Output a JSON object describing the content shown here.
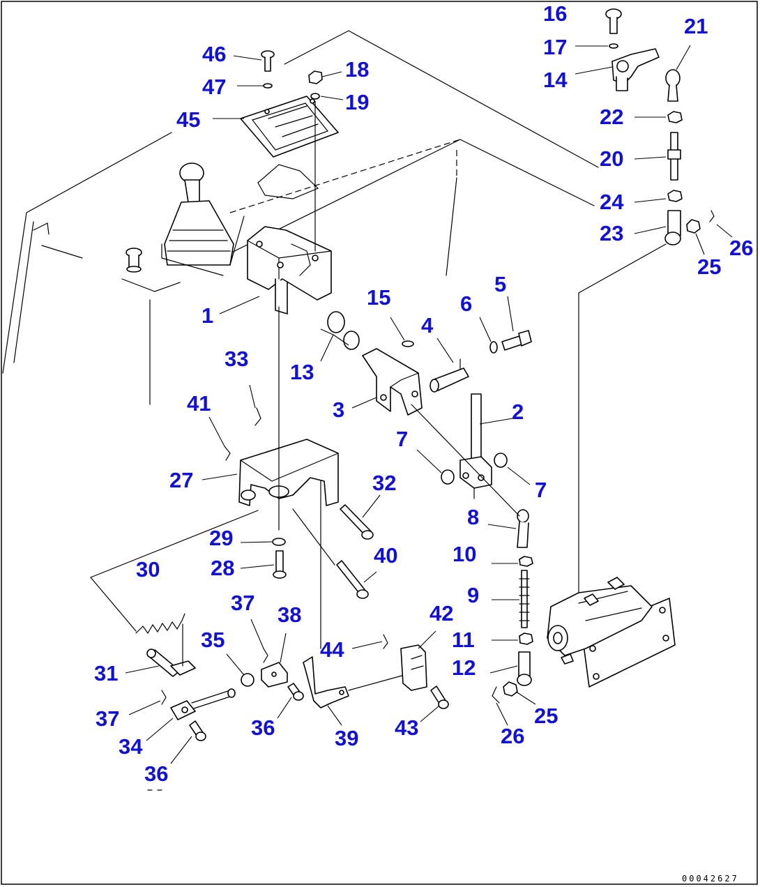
{
  "diagram": {
    "drawing_code": "00042627",
    "callouts": [
      {
        "id": "46",
        "text": "46"
      },
      {
        "id": "18",
        "text": "18"
      },
      {
        "id": "47",
        "text": "47"
      },
      {
        "id": "19",
        "text": "19"
      },
      {
        "id": "45",
        "text": "45"
      },
      {
        "id": "16",
        "text": "16"
      },
      {
        "id": "17",
        "text": "17"
      },
      {
        "id": "21",
        "text": "21"
      },
      {
        "id": "14",
        "text": "14"
      },
      {
        "id": "22",
        "text": "22"
      },
      {
        "id": "20",
        "text": "20"
      },
      {
        "id": "24",
        "text": "24"
      },
      {
        "id": "23",
        "text": "23"
      },
      {
        "id": "26a",
        "text": "26"
      },
      {
        "id": "25a",
        "text": "25"
      },
      {
        "id": "1",
        "text": "1"
      },
      {
        "id": "15",
        "text": "15"
      },
      {
        "id": "6",
        "text": "6"
      },
      {
        "id": "5",
        "text": "5"
      },
      {
        "id": "4",
        "text": "4"
      },
      {
        "id": "13",
        "text": "13"
      },
      {
        "id": "33",
        "text": "33"
      },
      {
        "id": "3",
        "text": "3"
      },
      {
        "id": "2",
        "text": "2"
      },
      {
        "id": "41",
        "text": "41"
      },
      {
        "id": "7a",
        "text": "7"
      },
      {
        "id": "27",
        "text": "27"
      },
      {
        "id": "32",
        "text": "32"
      },
      {
        "id": "7b",
        "text": "7"
      },
      {
        "id": "8",
        "text": "8"
      },
      {
        "id": "29",
        "text": "29"
      },
      {
        "id": "40",
        "text": "40"
      },
      {
        "id": "10",
        "text": "10"
      },
      {
        "id": "30",
        "text": "30"
      },
      {
        "id": "28",
        "text": "28"
      },
      {
        "id": "9",
        "text": "9"
      },
      {
        "id": "37a",
        "text": "37"
      },
      {
        "id": "38",
        "text": "38"
      },
      {
        "id": "42",
        "text": "42"
      },
      {
        "id": "35",
        "text": "35"
      },
      {
        "id": "11",
        "text": "11"
      },
      {
        "id": "44",
        "text": "44"
      },
      {
        "id": "12",
        "text": "12"
      },
      {
        "id": "31",
        "text": "31"
      },
      {
        "id": "25b",
        "text": "25"
      },
      {
        "id": "37b",
        "text": "37"
      },
      {
        "id": "36a",
        "text": "36"
      },
      {
        "id": "39",
        "text": "39"
      },
      {
        "id": "43",
        "text": "43"
      },
      {
        "id": "34",
        "text": "34"
      },
      {
        "id": "26b",
        "text": "26"
      },
      {
        "id": "36b",
        "text": "36"
      }
    ]
  }
}
